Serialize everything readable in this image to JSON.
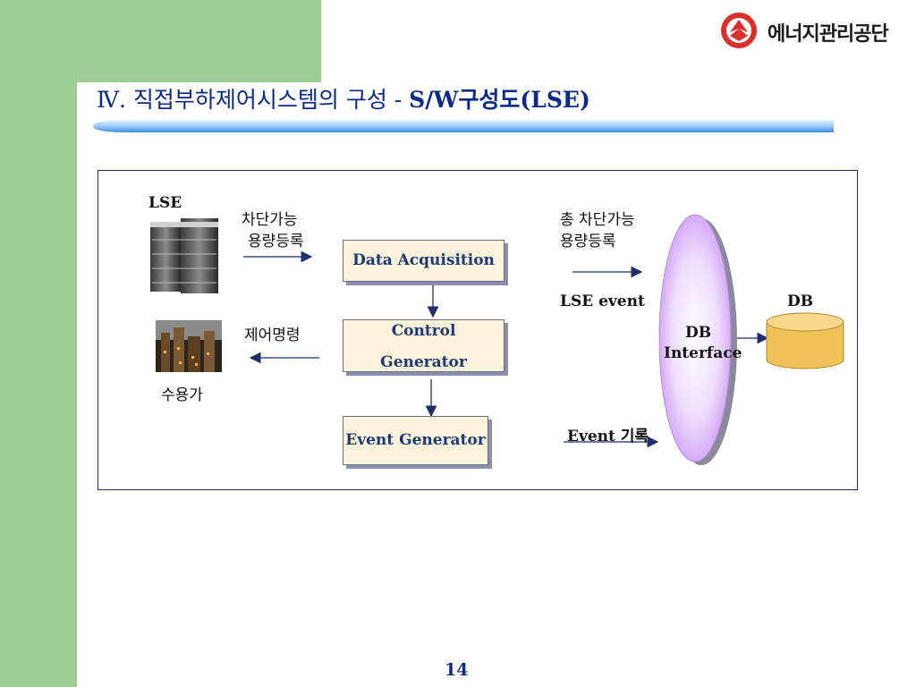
{
  "header": {
    "title_prefix": "Ⅳ. 직접부하제어시스템의 구성 - ",
    "title_suffix": "S/W구성도(LSE)",
    "logo_text": "에너지관리공단"
  },
  "diagram": {
    "lse_label": "LSE",
    "consumer_label": "수용가",
    "capacity_reg_line1": "차단가능",
    "capacity_reg_line2": "용량등록",
    "control_cmd": "제어명령",
    "data_acquisition": "Data Acquisition",
    "control_line1": "Control",
    "control_line2": "Generator",
    "event_generator": "Event Generator",
    "total_cap_line1": "총 차단가능",
    "total_cap_line2": "용량등록",
    "lse_event": "LSE event",
    "event_record": "Event 기록",
    "db_interface_line1": "DB",
    "db_interface_line2": "Interface",
    "db_label": "DB"
  },
  "footer": {
    "page_number": "14"
  },
  "colors": {
    "green": "#9dcc95",
    "title_blue": "#0b2a8a",
    "box_fill": "#fdf3dc",
    "db_fill": "#f3c95d",
    "ellipse_violet": "#d7a8f7"
  }
}
